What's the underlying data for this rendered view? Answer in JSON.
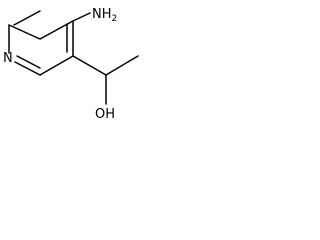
{
  "molecule": {
    "atoms": {
      "amine": {
        "main": "NH",
        "sub": "2"
      },
      "pyridine_n": "N",
      "hydroxyl": "OH"
    },
    "colors": {
      "bond": "#000000",
      "label": "#000000",
      "background": "#ffffff"
    }
  }
}
